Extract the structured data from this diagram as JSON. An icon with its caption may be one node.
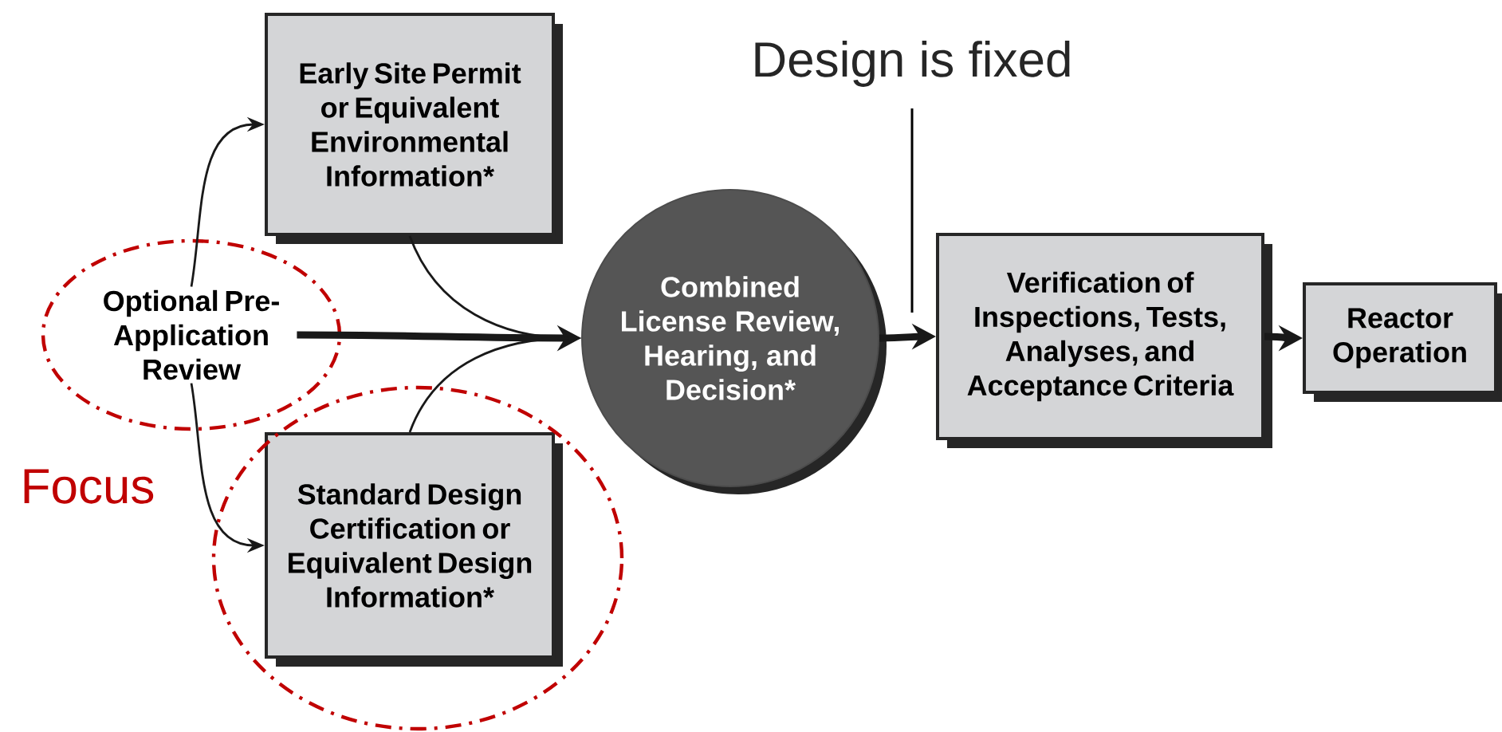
{
  "diagram": {
    "nodes": [
      {
        "text": [
          "Optional Pre-Application Review"
        ]
      },
      {
        "text": [
          "Early Site Permit or Equivalent Environmental Information*"
        ]
      },
      {
        "text": [
          "Standard Design Certification or Equivalent Design Information*"
        ]
      },
      {
        "text": [
          "Combined License Review, Hearing, and Decision*"
        ]
      },
      {
        "text": [
          "Verification of Inspections, Tests, Analyses, and Acceptance Criteria"
        ]
      },
      {
        "text": [
          "Reactor Operation"
        ]
      }
    ],
    "edges": [
      {
        "from": 0,
        "to": 1,
        "arrow": "to"
      },
      {
        "from": 0,
        "to": 2,
        "arrow": "to"
      },
      {
        "from": 0,
        "to": 3,
        "arrow": "to",
        "style": "thick"
      },
      {
        "from": 1,
        "to": 3,
        "arrow": "to"
      },
      {
        "from": 2,
        "to": 3,
        "arrow": "to"
      },
      {
        "from": 3,
        "to": 4,
        "arrow": "to",
        "style": "thick"
      },
      {
        "from": 4,
        "to": 5,
        "arrow": "to",
        "style": "thick"
      }
    ],
    "labels": [
      "Design is fixed",
      "Focus"
    ]
  }
}
